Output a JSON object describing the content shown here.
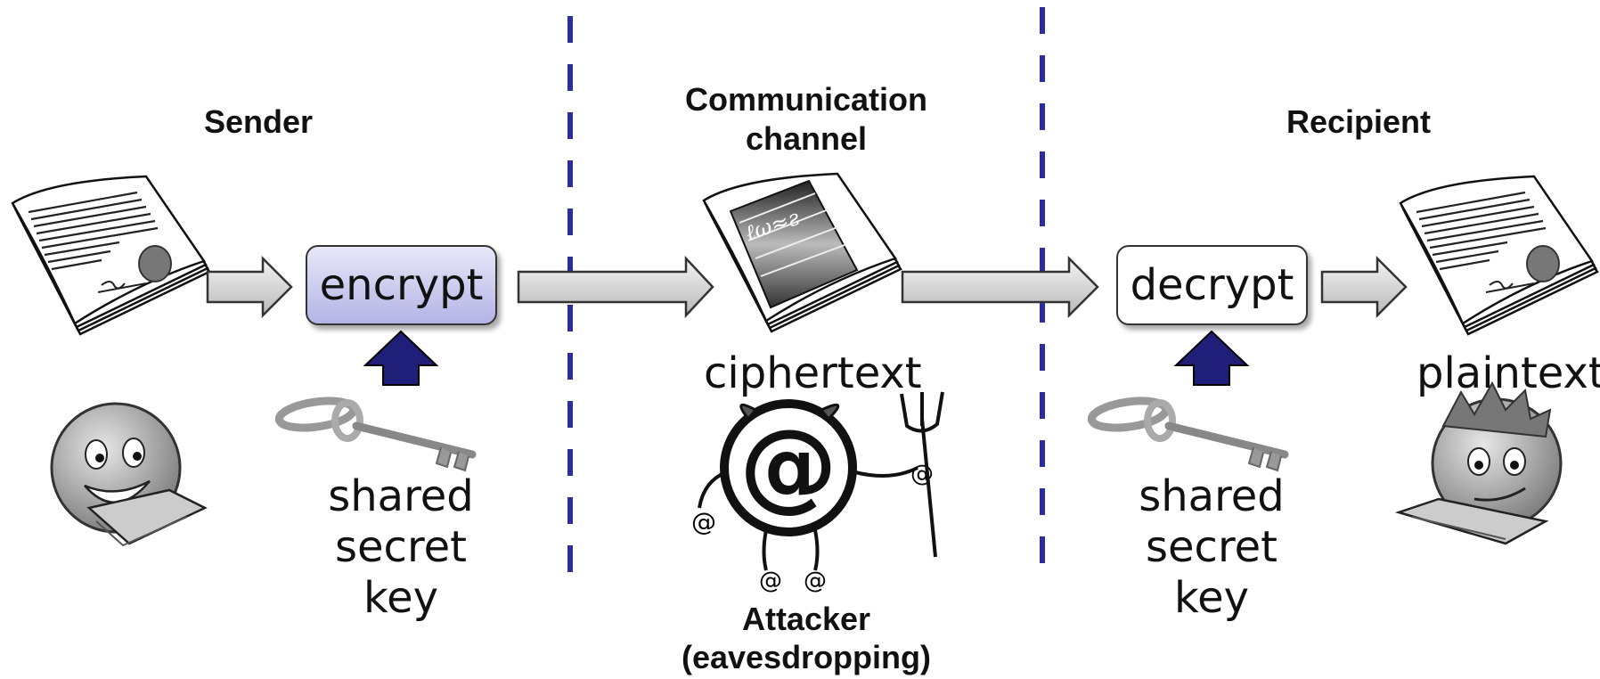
{
  "labels": {
    "sender": "Sender",
    "channel_line1": "Communication",
    "channel_line2": "channel",
    "recipient": "Recipient",
    "encrypt": "encrypt",
    "decrypt": "decrypt",
    "ciphertext": "ciphertext",
    "plaintext": "plaintext",
    "sender_key_line1": "shared",
    "sender_key_line2": "secret",
    "sender_key_line3": "key",
    "recipient_key_line1": "shared",
    "recipient_key_line2": "secret",
    "recipient_key_line3": "key",
    "attacker_line1": "Attacker",
    "attacker_line2": "(eavesdropping)"
  },
  "colors": {
    "divider": "#2b2ba6",
    "key_arrow": "#1f1f7a",
    "encrypt_box": "#b3b3e6"
  },
  "icons": [
    "document-icon",
    "encrypted-document-icon",
    "key-icon",
    "sender-character-icon",
    "recipient-character-icon",
    "attacker-devil-icon",
    "arrow-icon"
  ]
}
